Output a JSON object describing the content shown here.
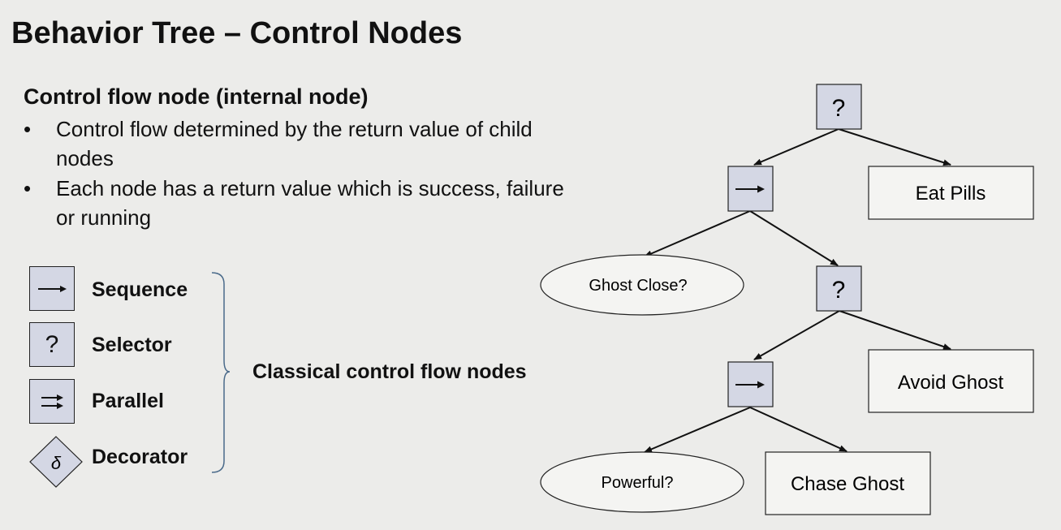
{
  "title": "Behavior Tree – Control Nodes",
  "heading": "Control flow node (internal node)",
  "bullets": [
    "Control flow determined by the return value of child nodes",
    "Each node has a return value which is success, failure or running"
  ],
  "legend": {
    "sequence": "Sequence",
    "selector": "Selector",
    "parallel": "Parallel",
    "decorator": "Decorator",
    "selector_symbol": "?",
    "decorator_symbol": "δ",
    "group_label": "Classical control flow nodes"
  },
  "tree": {
    "root_symbol": "?",
    "eat_pills": "Eat Pills",
    "ghost_close": "Ghost Close?",
    "selector2_symbol": "?",
    "avoid_ghost": "Avoid Ghost",
    "powerful": "Powerful?",
    "chase_ghost": "Chase Ghost"
  },
  "colors": {
    "control_node_fill": "#d4d7e4",
    "background": "#ececea"
  }
}
